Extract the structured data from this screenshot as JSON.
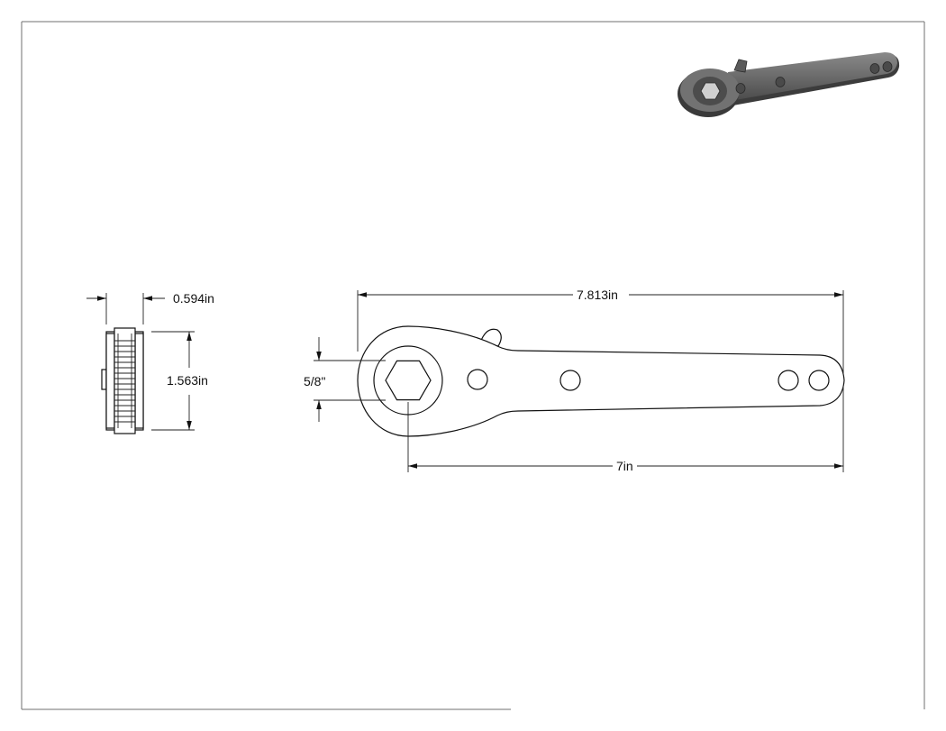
{
  "dimensions": {
    "side_thickness": "0.594in",
    "side_height": "1.563in",
    "overall_length": "7.813in",
    "hex_size": "5/8\"",
    "center_length": "7in"
  },
  "colors": {
    "border": "#6f6f6f",
    "line": "#111111",
    "render_body": "#6a6a6a",
    "render_dark": "#3c3c3c"
  },
  "icons": {
    "view_3d": "ratchet-wrench-isometric-render"
  }
}
